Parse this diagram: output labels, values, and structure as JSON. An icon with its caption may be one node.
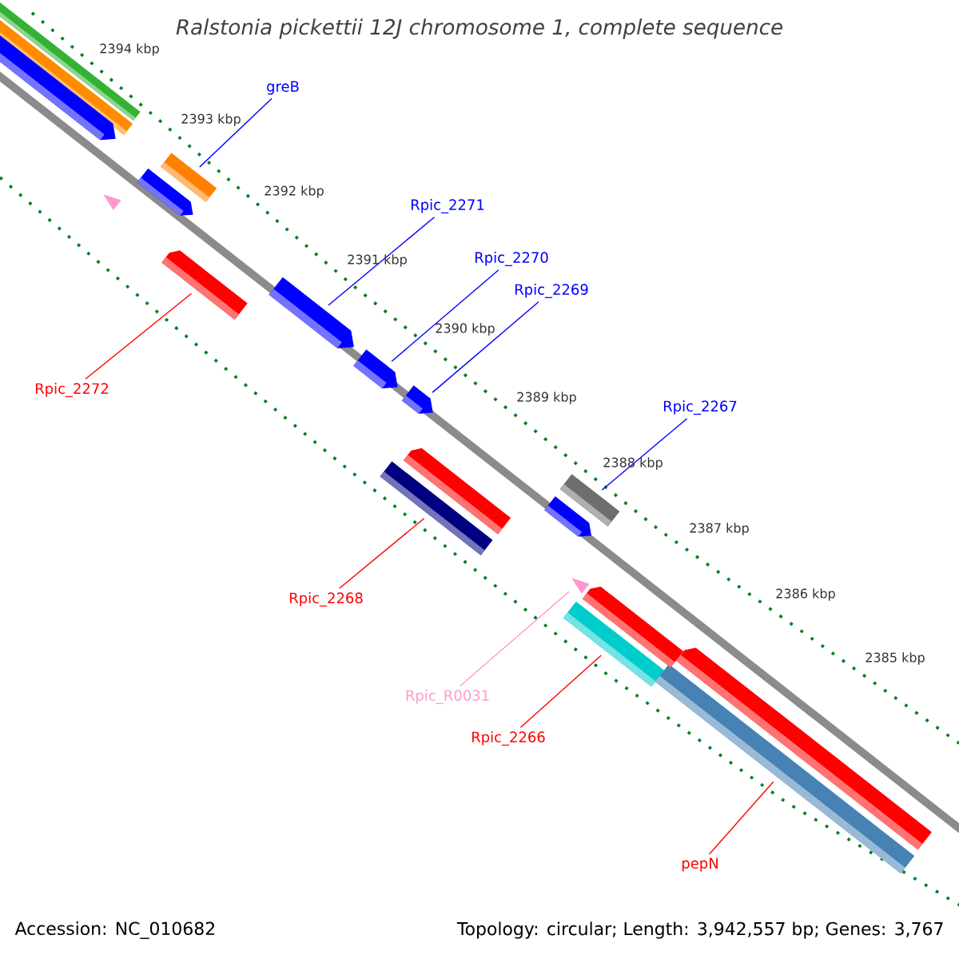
{
  "diagram": {
    "title": "*Ralstonia pickettii* 12J chromosome 1, complete sequence",
    "nodes": [
      {
        "text": [
          "greB"
        ]
      },
      {
        "text": [],
        "shape": "bar"
      },
      {
        "text": [
          "Rpic_2271"
        ]
      },
      {
        "text": [],
        "shape": "bar"
      },
      {
        "text": [
          "Rpic_2270"
        ]
      },
      {
        "text": [],
        "shape": "bar"
      },
      {
        "text": [
          "Rpic_2269"
        ]
      },
      {
        "text": [],
        "shape": "bar"
      },
      {
        "text": [
          "Rpic_2272"
        ]
      },
      {
        "text": [],
        "shape": "bar"
      },
      {
        "text": [
          "Rpic_2267"
        ]
      },
      {
        "text": [],
        "shape": "bar"
      },
      {
        "text": [
          "Rpic_2268"
        ]
      },
      {
        "text": [],
        "shape": "bar"
      },
      {
        "text": [
          "Rpic_R0031"
        ]
      },
      {
        "text": [],
        "shape": "triangle"
      },
      {
        "text": [
          "Rpic_2266"
        ]
      },
      {
        "text": [],
        "shape": "bar"
      },
      {
        "text": [
          "pepN"
        ]
      },
      {
        "text": [],
        "shape": "bar"
      },
      {
        "text": [],
        "shape": "bar"
      },
      {
        "text": [],
        "shape": "bar"
      },
      {
        "text": [],
        "shape": "bar"
      },
      {
        "text": [],
        "shape": "bar"
      },
      {
        "text": [],
        "shape": "triangle"
      },
      {
        "text": [],
        "shape": "bar"
      },
      {
        "text": [],
        "shape": "bar"
      },
      {
        "text": [],
        "shape": "bar"
      },
      {
        "text": [],
        "shape": "bar"
      }
    ],
    "edges": [
      {
        "from": 0,
        "to": 1,
        "arrow": "none"
      },
      {
        "from": 2,
        "to": 3,
        "arrow": "none"
      },
      {
        "from": 4,
        "to": 5,
        "arrow": "none"
      },
      {
        "from": 6,
        "to": 7,
        "arrow": "none"
      },
      {
        "from": 8,
        "to": 9,
        "arrow": "none",
        "color": "#ff0000"
      },
      {
        "from": 10,
        "to": 11,
        "arrow": "none"
      },
      {
        "from": 12,
        "to": 13,
        "arrow": "none",
        "color": "#ff0000"
      },
      {
        "from": 14,
        "to": 15,
        "arrow": "none",
        "color": "#ff99cc"
      },
      {
        "from": 16,
        "to": 17,
        "arrow": "none",
        "color": "#ff0000"
      },
      {
        "from": 18,
        "to": 19,
        "arrow": "none",
        "color": "#ff0000"
      }
    ],
    "labels": [
      "2394 kbp",
      "2393 kbp",
      "2392 kbp",
      "2391 kbp",
      "2390 kbp",
      "2389 kbp",
      "2388 kbp",
      "2387 kbp",
      "2386 kbp",
      "2385 kbp",
      "Accession: NC_010682",
      "Topology: circular; Length: 3,942,557 bp; Genes: 3,767"
    ]
  }
}
